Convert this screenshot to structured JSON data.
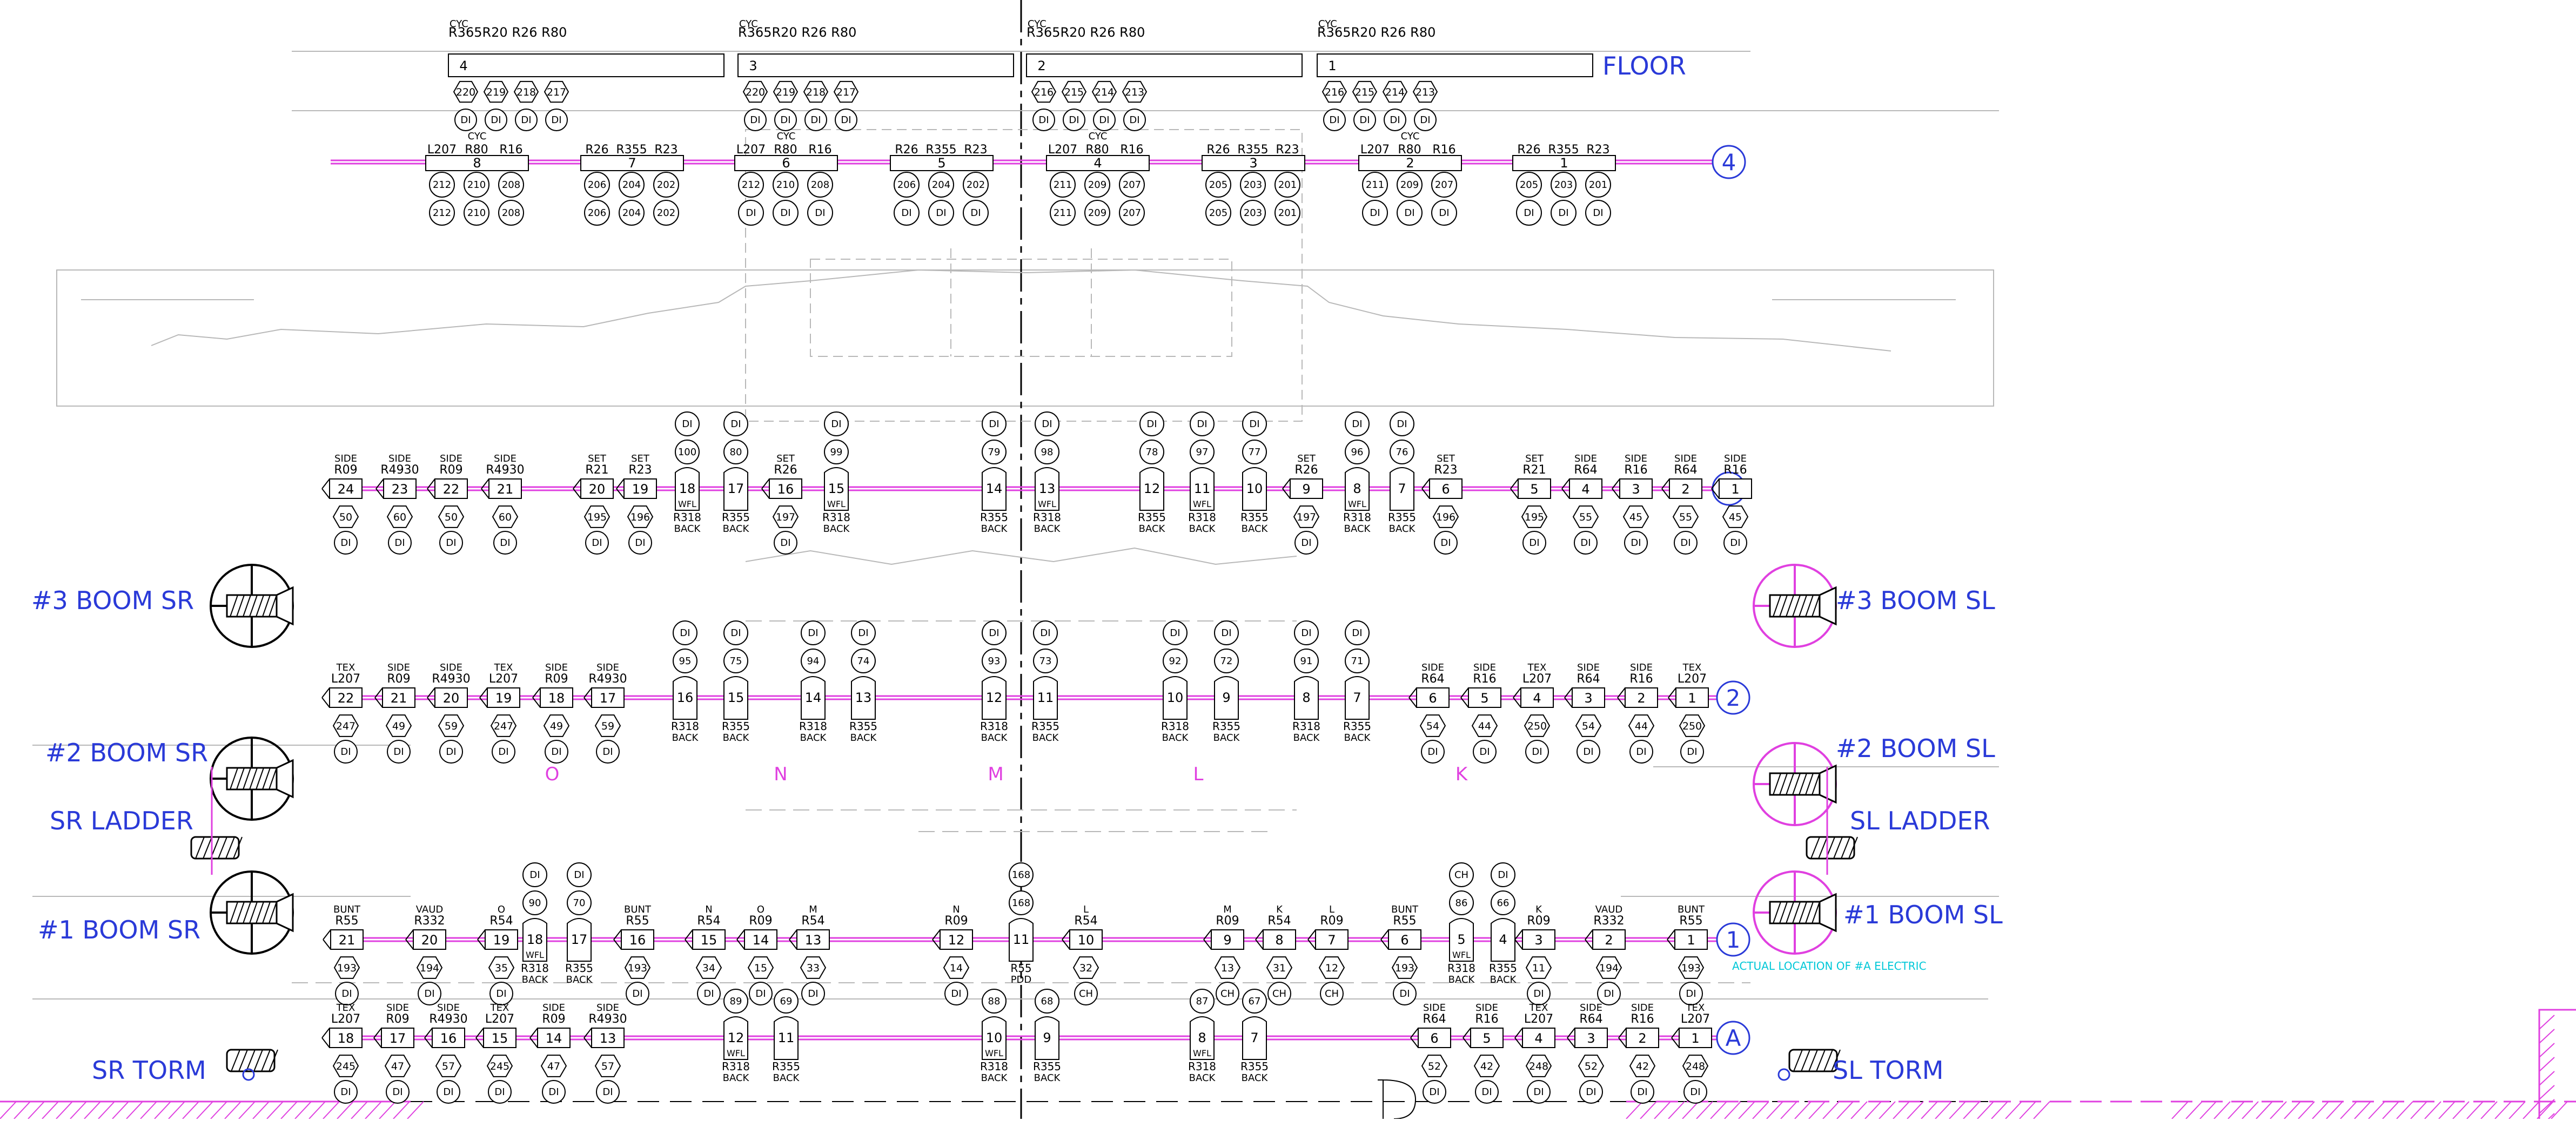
{
  "labels": {
    "cyc": "CYC",
    "floor": "FLOOR",
    "actual_location": "ACTUAL LOCATION OF #A ELECTRIC",
    "boom3_sr": "#3 BOOM SR",
    "boom3_sl": "#3 BOOM SL",
    "boom2_sr": "#2 BOOM SR",
    "boom2_sl": "#2 BOOM SL",
    "ladder_sr": "SR LADDER",
    "ladder_sl": "SL LADDER",
    "boom1_sr": "#1 BOOM SR",
    "boom1_sl": "#1 BOOM SL",
    "torm_sr": "SR TORM",
    "torm_sl": "SL TORM",
    "zones": [
      "O",
      "N",
      "M",
      "L",
      "K"
    ]
  },
  "colors": {
    "pipe": "#e040e0",
    "callout": "#2a3ad8",
    "linework": "#000000",
    "background_lines": "#b8b8b8",
    "annotation": "#00c8d8",
    "zone_letters": "#e040e0"
  },
  "floor_units": [
    {
      "num": "4",
      "gel": "R365R20 R26 R80",
      "circuits": [
        "220",
        "219",
        "218",
        "217"
      ],
      "dimmers": [
        "DI",
        "DI",
        "DI",
        "DI"
      ]
    },
    {
      "num": "3",
      "gel": "R365R20 R26 R80",
      "circuits": [
        "220",
        "219",
        "218",
        "217"
      ],
      "dimmers": [
        "DI",
        "DI",
        "DI",
        "DI"
      ]
    },
    {
      "num": "2",
      "gel": "R365R20 R26 R80",
      "circuits": [
        "216",
        "215",
        "214",
        "213"
      ],
      "dimmers": [
        "DI",
        "DI",
        "DI",
        "DI"
      ]
    },
    {
      "num": "1",
      "gel": "R365R20 R26 R80",
      "circuits": [
        "216",
        "215",
        "214",
        "213"
      ],
      "dimmers": [
        "DI",
        "DI",
        "DI",
        "DI"
      ]
    }
  ],
  "electric4": {
    "id": "4",
    "units": [
      {
        "num": "8",
        "gels": [
          "L207",
          "R80",
          "R16"
        ],
        "top": [
          "212",
          "210",
          "208"
        ],
        "bottom": [
          "212",
          "210",
          "208"
        ]
      },
      {
        "num": "7",
        "gels": [
          "R26",
          "R355",
          "R23"
        ],
        "top": [
          "206",
          "204",
          "202"
        ],
        "bottom": [
          "206",
          "204",
          "202"
        ]
      },
      {
        "num": "6",
        "gels": [
          "L207",
          "R80",
          "R16"
        ],
        "top": [
          "212",
          "210",
          "208"
        ],
        "bottom": [
          "DI",
          "DI",
          "DI"
        ]
      },
      {
        "num": "5",
        "gels": [
          "R26",
          "R355",
          "R23"
        ],
        "top": [
          "206",
          "204",
          "202"
        ],
        "bottom": [
          "DI",
          "DI",
          "DI"
        ]
      },
      {
        "num": "4",
        "gels": [
          "L207",
          "R80",
          "R16"
        ],
        "top": [
          "211",
          "209",
          "207"
        ],
        "bottom": [
          "211",
          "209",
          "207"
        ]
      },
      {
        "num": "3",
        "gels": [
          "R26",
          "R355",
          "R23"
        ],
        "top": [
          "205",
          "203",
          "201"
        ],
        "bottom": [
          "205",
          "203",
          "201"
        ]
      },
      {
        "num": "2",
        "gels": [
          "L207",
          "R80",
          "R16"
        ],
        "top": [
          "211",
          "209",
          "207"
        ],
        "bottom": [
          "DI",
          "DI",
          "DI"
        ]
      },
      {
        "num": "1",
        "gels": [
          "R26",
          "R355",
          "R23"
        ],
        "top": [
          "205",
          "203",
          "201"
        ],
        "bottom": [
          "DI",
          "DI",
          "DI"
        ]
      }
    ]
  },
  "electric3": {
    "id": "3",
    "units": [
      {
        "num": "24",
        "type": "SIDE",
        "gel": "R09",
        "circuit": "50",
        "dimmer": "DI"
      },
      {
        "num": "23",
        "type": "SIDE",
        "gel": "R4930",
        "circuit": "60",
        "dimmer": "DI"
      },
      {
        "num": "22",
        "type": "SIDE",
        "gel": "R09",
        "circuit": "50",
        "dimmer": "DI"
      },
      {
        "num": "21",
        "type": "SIDE",
        "gel": "R4930",
        "circuit": "60",
        "dimmer": "DI"
      },
      {
        "num": "20",
        "type": "SET",
        "gel": "R21",
        "circuit": "195",
        "dimmer": "DI"
      },
      {
        "num": "19",
        "type": "SET",
        "gel": "R23",
        "circuit": "196",
        "dimmer": "DI"
      },
      {
        "num": "18",
        "topc": [
          "DI",
          "100"
        ],
        "gel": "R318",
        "sub": "BACK",
        "tag": "WFL"
      },
      {
        "num": "17",
        "topc": [
          "DI",
          "80"
        ],
        "gel": "R355",
        "sub": "BACK"
      },
      {
        "num": "16",
        "type": "SET",
        "gel": "R26",
        "circuit": "197",
        "dimmer": "DI"
      },
      {
        "num": "15",
        "topc": [
          "DI",
          "99"
        ],
        "gel": "R318",
        "sub": "BACK",
        "tag": "WFL"
      },
      {
        "num": "14",
        "topc": [
          "DI",
          "79"
        ],
        "gel": "R355",
        "sub": "BACK"
      },
      {
        "num": "13",
        "topc": [
          "DI",
          "98"
        ],
        "gel": "R318",
        "sub": "BACK",
        "tag": "WFL"
      },
      {
        "num": "12",
        "topc": [
          "DI",
          "78"
        ],
        "gel": "R355",
        "sub": "BACK"
      },
      {
        "num": "11",
        "topc": [
          "DI",
          "97"
        ],
        "gel": "R318",
        "sub": "BACK",
        "tag": "WFL"
      },
      {
        "num": "10",
        "topc": [
          "DI",
          "77"
        ],
        "gel": "R355",
        "sub": "BACK"
      },
      {
        "num": "9",
        "type": "SET",
        "gel": "R26",
        "circuit": "197",
        "dimmer": "DI"
      },
      {
        "num": "8",
        "topc": [
          "DI",
          "96"
        ],
        "gel": "R318",
        "sub": "BACK",
        "tag": "WFL"
      },
      {
        "num": "7",
        "topc": [
          "DI",
          "76"
        ],
        "gel": "R355",
        "sub": "BACK"
      },
      {
        "num": "6",
        "type": "SET",
        "gel": "R23",
        "circuit": "196",
        "dimmer": "DI"
      },
      {
        "num": "5",
        "type": "SET",
        "gel": "R21",
        "circuit": "195",
        "dimmer": "DI"
      },
      {
        "num": "4",
        "type": "SIDE",
        "gel": "R64",
        "circuit": "55",
        "dimmer": "DI"
      },
      {
        "num": "3",
        "type": "SIDE",
        "gel": "R16",
        "circuit": "45",
        "dimmer": "DI"
      },
      {
        "num": "2",
        "type": "SIDE",
        "gel": "R64",
        "circuit": "55",
        "dimmer": "DI"
      },
      {
        "num": "1",
        "type": "SIDE",
        "gel": "R16",
        "circuit": "45",
        "dimmer": "DI"
      }
    ]
  },
  "electric2": {
    "id": "2",
    "units": [
      {
        "num": "22",
        "type": "TEX",
        "gel": "L207",
        "circuit": "247",
        "dimmer": "DI"
      },
      {
        "num": "21",
        "type": "SIDE",
        "gel": "R09",
        "circuit": "49",
        "dimmer": "DI"
      },
      {
        "num": "20",
        "type": "SIDE",
        "gel": "R4930",
        "circuit": "59",
        "dimmer": "DI"
      },
      {
        "num": "19",
        "type": "TEX",
        "gel": "L207",
        "circuit": "247",
        "dimmer": "DI"
      },
      {
        "num": "18",
        "type": "SIDE",
        "gel": "R09",
        "circuit": "49",
        "dimmer": "DI"
      },
      {
        "num": "17",
        "type": "SIDE",
        "gel": "R4930",
        "circuit": "59",
        "dimmer": "DI"
      },
      {
        "num": "16",
        "topc": [
          "DI",
          "95"
        ],
        "gel": "R318",
        "sub": "BACK"
      },
      {
        "num": "15",
        "topc": [
          "DI",
          "75"
        ],
        "gel": "R355",
        "sub": "BACK"
      },
      {
        "num": "14",
        "topc": [
          "DI",
          "94"
        ],
        "gel": "R318",
        "sub": "BACK"
      },
      {
        "num": "13",
        "topc": [
          "DI",
          "74"
        ],
        "gel": "R355",
        "sub": "BACK"
      },
      {
        "num": "12",
        "topc": [
          "DI",
          "93"
        ],
        "gel": "R318",
        "sub": "BACK"
      },
      {
        "num": "11",
        "topc": [
          "DI",
          "73"
        ],
        "gel": "R355",
        "sub": "BACK"
      },
      {
        "num": "10",
        "topc": [
          "DI",
          "92"
        ],
        "gel": "R318",
        "sub": "BACK"
      },
      {
        "num": "9",
        "topc": [
          "DI",
          "72"
        ],
        "gel": "R355",
        "sub": "BACK"
      },
      {
        "num": "8",
        "topc": [
          "DI",
          "91"
        ],
        "gel": "R318",
        "sub": "BACK"
      },
      {
        "num": "7",
        "topc": [
          "DI",
          "71"
        ],
        "gel": "R355",
        "sub": "BACK"
      },
      {
        "num": "6",
        "type": "SIDE",
        "gel": "R64",
        "circuit": "54",
        "dimmer": "DI"
      },
      {
        "num": "5",
        "type": "SIDE",
        "gel": "R16",
        "circuit": "44",
        "dimmer": "DI"
      },
      {
        "num": "4",
        "type": "TEX",
        "gel": "L207",
        "circuit": "250",
        "dimmer": "DI"
      },
      {
        "num": "3",
        "type": "SIDE",
        "gel": "R64",
        "circuit": "54",
        "dimmer": "DI"
      },
      {
        "num": "2",
        "type": "SIDE",
        "gel": "R16",
        "circuit": "44",
        "dimmer": "DI"
      },
      {
        "num": "1",
        "type": "TEX",
        "gel": "L207",
        "circuit": "250",
        "dimmer": "DI"
      }
    ]
  },
  "electric1": {
    "id": "1",
    "units": [
      {
        "num": "21",
        "type": "BUNT",
        "gel": "R55",
        "circuit": "193",
        "dimmer": "DI"
      },
      {
        "num": "20",
        "type": "VAUD",
        "gel": "R332",
        "circuit": "194",
        "dimmer": "DI"
      },
      {
        "num": "19",
        "type": "O",
        "gel": "R54",
        "circuit": "35",
        "dimmer": "DI"
      },
      {
        "num": "18",
        "topc": [
          "DI",
          "90"
        ],
        "gel": "R318",
        "sub": "BACK",
        "tag": "WFL"
      },
      {
        "num": "17",
        "topc": [
          "DI",
          "70"
        ],
        "gel": "R355",
        "sub": "BACK"
      },
      {
        "num": "16",
        "type": "BUNT",
        "gel": "R55",
        "circuit": "193",
        "dimmer": "DI"
      },
      {
        "num": "15",
        "type": "N",
        "gel": "R54",
        "circuit": "34",
        "dimmer": "DI"
      },
      {
        "num": "14",
        "type": "O",
        "gel": "R09",
        "circuit": "15",
        "dimmer": "DI"
      },
      {
        "num": "13",
        "type": "M",
        "gel": "R54",
        "circuit": "33",
        "dimmer": "DI"
      },
      {
        "num": "12",
        "type": "N",
        "gel": "R09",
        "circuit": "14",
        "dimmer": "DI"
      },
      {
        "num": "11",
        "topc": [
          "168",
          "168"
        ],
        "gel": "R55",
        "sub": "PDD"
      },
      {
        "num": "10",
        "type": "L",
        "gel": "R54",
        "circuit": "32",
        "dimmer": "CH"
      },
      {
        "num": "9",
        "type": "M",
        "gel": "R09",
        "circuit": "13",
        "dimmer": "CH"
      },
      {
        "num": "8",
        "type": "K",
        "gel": "R54",
        "circuit": "31",
        "dimmer": "CH"
      },
      {
        "num": "7",
        "type": "L",
        "gel": "R09",
        "circuit": "12",
        "dimmer": "CH"
      },
      {
        "num": "6",
        "type": "BUNT",
        "gel": "R55",
        "circuit": "193",
        "dimmer": "DI"
      },
      {
        "num": "5",
        "topc": [
          "CH",
          "86"
        ],
        "gel": "R318",
        "sub": "BACK",
        "tag": "WFL"
      },
      {
        "num": "4",
        "topc": [
          "DI",
          "66"
        ],
        "gel": "R355",
        "sub": "BACK"
      },
      {
        "num": "3",
        "type": "K",
        "gel": "R09",
        "circuit": "11",
        "dimmer": "DI"
      },
      {
        "num": "2",
        "type": "VAUD",
        "gel": "R332",
        "circuit": "194",
        "dimmer": "DI"
      },
      {
        "num": "1",
        "type": "BUNT",
        "gel": "R55",
        "circuit": "193",
        "dimmer": "DI"
      }
    ]
  },
  "electricA": {
    "id": "A",
    "units": [
      {
        "num": "18",
        "type": "TEX",
        "gel": "L207",
        "circuit": "245",
        "dimmer": "DI"
      },
      {
        "num": "17",
        "type": "SIDE",
        "gel": "R09",
        "circuit": "47",
        "dimmer": "DI"
      },
      {
        "num": "16",
        "type": "SIDE",
        "gel": "R4930",
        "circuit": "57",
        "dimmer": "DI"
      },
      {
        "num": "15",
        "type": "TEX",
        "gel": "L207",
        "circuit": "245",
        "dimmer": "DI"
      },
      {
        "num": "14",
        "type": "SIDE",
        "gel": "R09",
        "circuit": "47",
        "dimmer": "DI"
      },
      {
        "num": "13",
        "type": "SIDE",
        "gel": "R4930",
        "circuit": "57",
        "dimmer": "DI"
      },
      {
        "num": "12",
        "topc": [
          "89"
        ],
        "gel": "R318",
        "sub": "BACK",
        "tag": "WFL"
      },
      {
        "num": "11",
        "topc": [
          "69"
        ],
        "gel": "R355",
        "sub": "BACK"
      },
      {
        "num": "10",
        "topc": [
          "88"
        ],
        "gel": "R318",
        "sub": "BACK",
        "tag": "WFL"
      },
      {
        "num": "9",
        "topc": [
          "68"
        ],
        "gel": "R355",
        "sub": "BACK"
      },
      {
        "num": "8",
        "topc": [
          "87"
        ],
        "gel": "R318",
        "sub": "BACK",
        "tag": "WFL"
      },
      {
        "num": "7",
        "topc": [
          "67"
        ],
        "gel": "R355",
        "sub": "BACK"
      },
      {
        "num": "6",
        "type": "SIDE",
        "gel": "R64",
        "circuit": "52",
        "dimmer": "DI"
      },
      {
        "num": "5",
        "type": "SIDE",
        "gel": "R16",
        "circuit": "42",
        "dimmer": "DI"
      },
      {
        "num": "4",
        "type": "TEX",
        "gel": "L207",
        "circuit": "248",
        "dimmer": "DI"
      },
      {
        "num": "3",
        "type": "SIDE",
        "gel": "R64",
        "circuit": "52",
        "dimmer": "DI"
      },
      {
        "num": "2",
        "type": "SIDE",
        "gel": "R16",
        "circuit": "42",
        "dimmer": "DI"
      },
      {
        "num": "1",
        "type": "TEX",
        "gel": "L207",
        "circuit": "248",
        "dimmer": "DI"
      }
    ]
  }
}
